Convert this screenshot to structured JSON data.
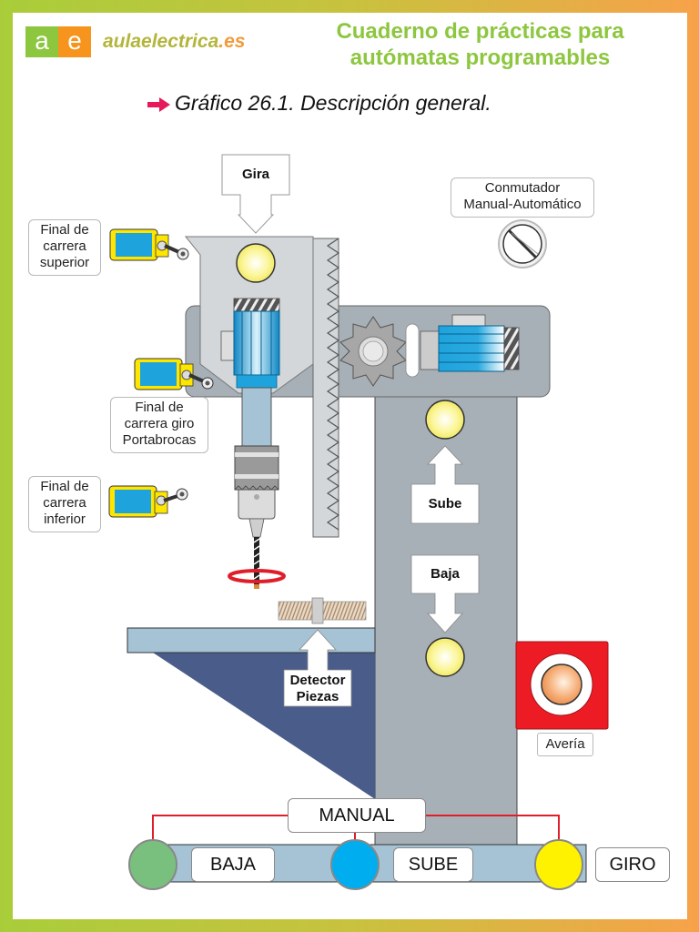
{
  "header": {
    "logo_letters": [
      "a",
      "e"
    ],
    "brand_name": "aulaelectrica",
    "brand_tld": ".es",
    "title_line1": "Cuaderno de prácticas para",
    "title_line2": "autómatas programables",
    "figure_title": "Gráfico 26.1. Descripción general."
  },
  "diagram": {
    "gira_label": "Gira",
    "switch_label_line1": "Conmutador",
    "switch_label_line2": "Manual-Automático",
    "limit_upper": [
      "Final de",
      "carrera",
      "superior"
    ],
    "limit_rotation": [
      "Final de",
      "carrera giro",
      "Portabrocas"
    ],
    "limit_lower": [
      "Final de",
      "carrera",
      "inferior"
    ],
    "sube_label": "Sube",
    "baja_label": "Baja",
    "detector_label_line1": "Detector",
    "detector_label_line2": "Piezas",
    "fault_label": "Avería",
    "manual_label": "MANUAL",
    "buttons": [
      {
        "label": "BAJA",
        "color": "#79c07f"
      },
      {
        "label": "SUBE",
        "color": "#00aeef"
      },
      {
        "label": "GIRO",
        "color": "#fff200"
      }
    ]
  },
  "colors": {
    "frame_gray": "#a7b0b7",
    "head_gray": "#d3d7da",
    "motor_blue": "#1fa3dc",
    "table_blue": "#a5c3d4",
    "support_navy": "#4a5c8a",
    "lamp_yellow": "#fbf69a",
    "fault_red": "#ed1c24",
    "wire_red": "#e01e2a",
    "accent_pink": "#e6195a"
  }
}
